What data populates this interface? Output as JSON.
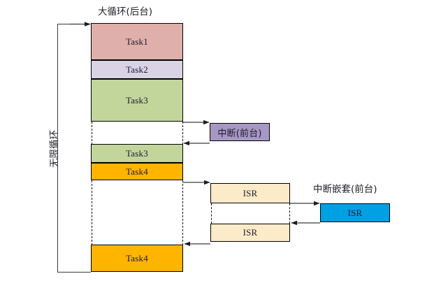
{
  "diagram": {
    "title_main": "大循环(后台)",
    "title_nested": "中断嵌套(前台)",
    "loop_label": "无限循环",
    "background_stack": [
      {
        "name": "task1",
        "label": "Task1",
        "color": "#dfb0ab"
      },
      {
        "name": "task2",
        "label": "Task2",
        "color": "#d9d3e5"
      },
      {
        "name": "task3",
        "label": "Task3",
        "color": "#c2d69b"
      },
      {
        "name": "task3b",
        "label": "Task3",
        "color": "#c2d69b"
      },
      {
        "name": "task4",
        "label": "Task4",
        "color": "#ffb400"
      },
      {
        "name": "task4b",
        "label": "Task4",
        "color": "#ffb400"
      }
    ],
    "interrupt_box": {
      "label": "中断(前台)",
      "color": "#a797c4"
    },
    "isr_boxes": [
      {
        "label": "ISR",
        "color": "#fcebc8"
      },
      {
        "label": "ISR",
        "color": "#fcebc8"
      }
    ],
    "nested_isr": {
      "label": "ISR",
      "color": "#00a0e4"
    },
    "colors": {
      "outline": "#000000",
      "arrow": "#3a3a3a",
      "dashed_guide": "#111111",
      "text": "#20202a"
    }
  }
}
